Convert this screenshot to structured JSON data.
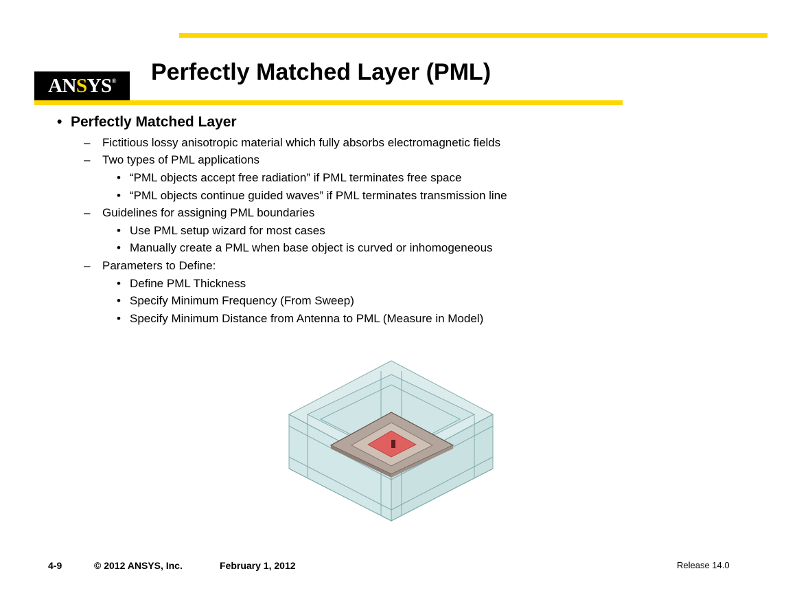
{
  "logo": {
    "text_main": "ANSYS"
  },
  "title": "Perfectly Matched Layer (PML)",
  "bullets": {
    "heading": "Perfectly Matched Layer",
    "b1": "Fictitious lossy anisotropic material which fully absorbs electromagnetic fields",
    "b2": "Two types of PML applications",
    "b2_1": "“PML objects accept free radiation” if PML terminates free space",
    "b2_2": "“PML objects continue guided waves” if PML terminates transmission line",
    "b3": "Guidelines for assigning PML boundaries",
    "b3_1": "Use PML setup wizard for most cases",
    "b3_2": "Manually create a PML when base object is curved or inhomogeneous",
    "b4": "Parameters to Define:",
    "b4_1": "Define PML Thickness",
    "b4_2": "Specify Minimum Frequency (From Sweep)",
    "b4_3": "Specify Minimum Distance from Antenna to PML (Measure in Model)"
  },
  "footer": {
    "page": "4-9",
    "copyright": "© 2012 ANSYS, Inc.",
    "date": "February 1, 2012",
    "release": "Release 14.0"
  },
  "colors": {
    "accent": "#FFD700",
    "pml": "#9cc9c9",
    "substrate": "#a89890",
    "patch": "#e06060"
  }
}
